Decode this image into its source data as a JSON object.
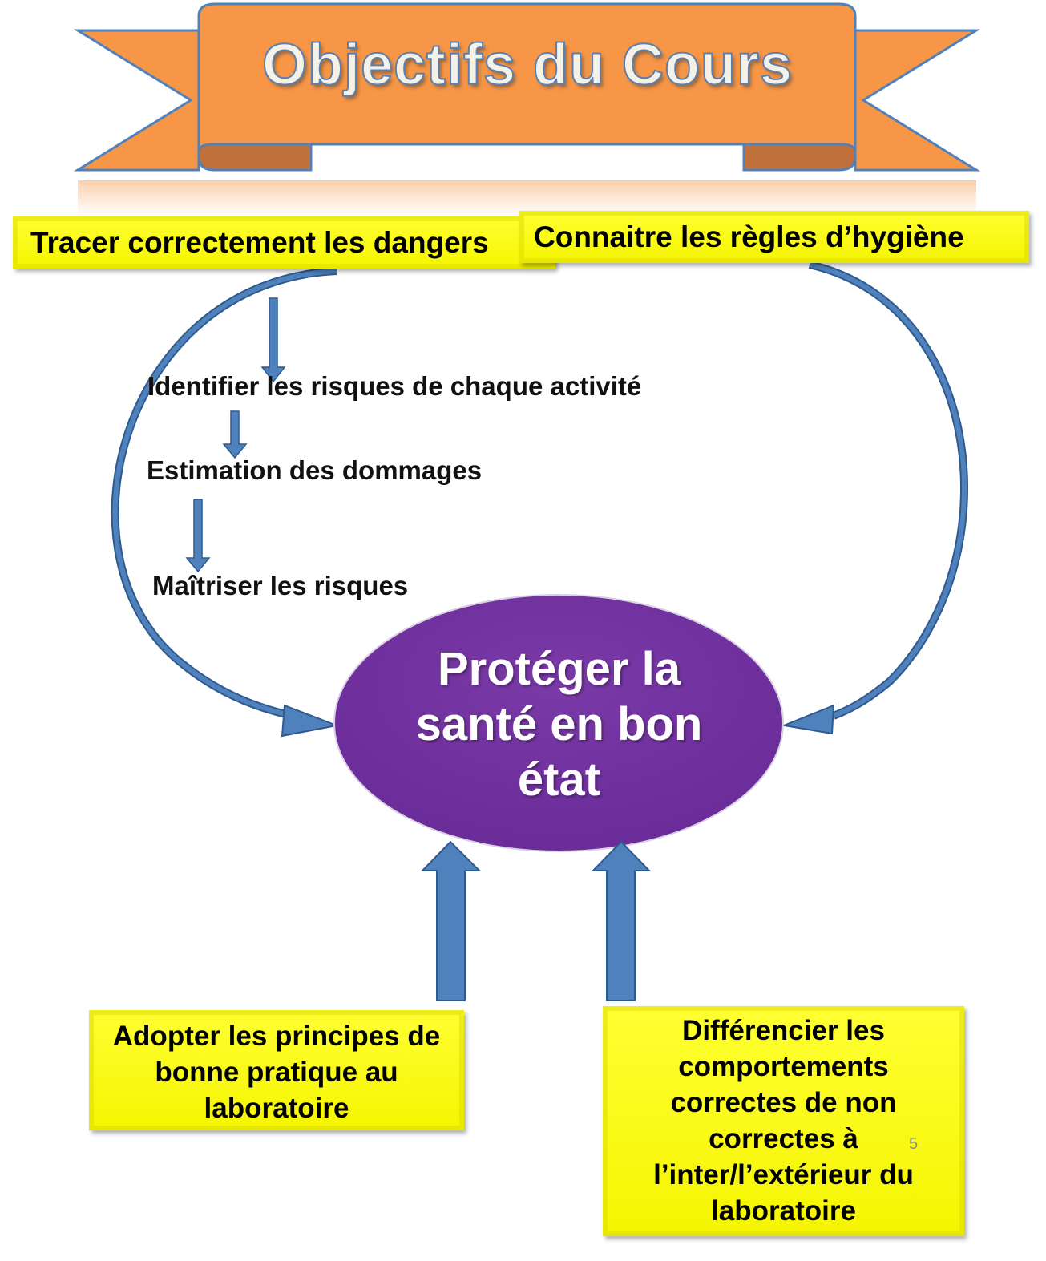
{
  "title": "Objectifs du Cours",
  "top_left_box": "Tracer correctement les dangers",
  "top_right_box": "Connaitre les règles d’hygiène",
  "steps": [
    "Identifier les risques de chaque activité",
    "Estimation des dommages",
    "Maîtriser les risques"
  ],
  "center_goal": [
    "Protéger la",
    "santé en bon",
    "état"
  ],
  "bottom_left_box": [
    "Adopter les principes de",
    "bonne pratique au",
    "laboratoire"
  ],
  "bottom_right_box": [
    "Différencier les",
    "comportements",
    "correctes de non",
    "correctes à",
    "l’inter/l’extérieur du",
    "laboratoire"
  ],
  "page_number": "5",
  "colors": {
    "banner": "#f79646",
    "banner_outline": "#4f81bd",
    "arrow": "#4f81bd",
    "ellipse": "#7030a0",
    "box": "#ffff00"
  }
}
